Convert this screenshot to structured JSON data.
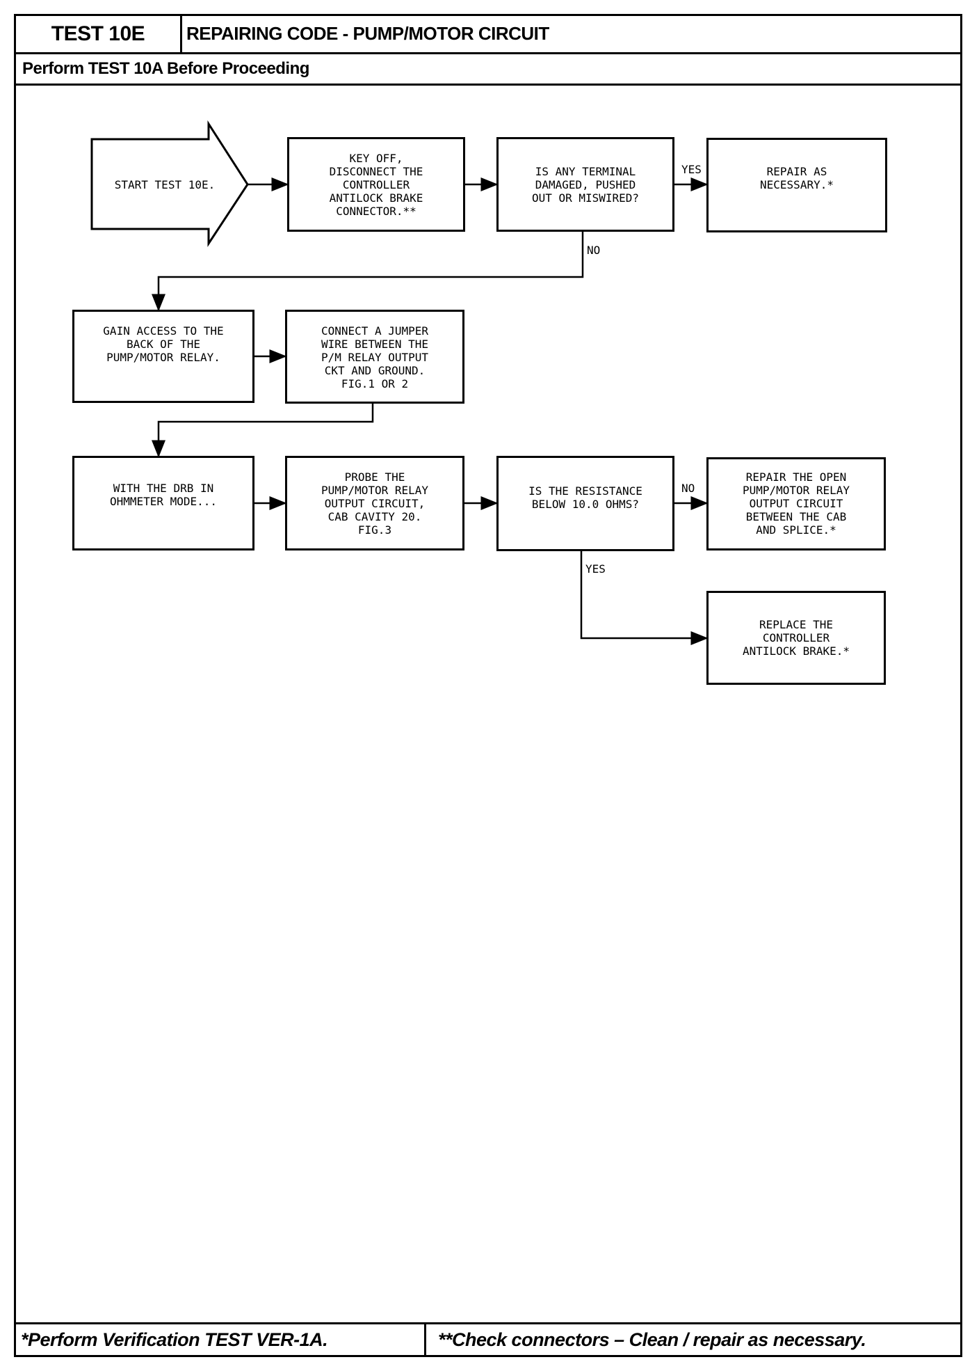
{
  "header": {
    "test_id": "TEST 10E",
    "title": "REPAIRING CODE - PUMP/MOTOR CIRCUIT",
    "prerequisite": "Perform TEST 10A Before Proceeding"
  },
  "flowchart": {
    "start": "START TEST 10E.",
    "steps": {
      "key_off": "KEY OFF,\nDISCONNECT THE\nCONTROLLER\nANTILOCK BRAKE\nCONNECTOR.**",
      "terminal_check": "IS ANY TERMINAL\nDAMAGED, PUSHED\nOUT OR MISWIRED?",
      "repair_as_necessary": "REPAIR AS\nNECESSARY.*",
      "gain_access": "GAIN ACCESS TO THE\nBACK OF THE\nPUMP/MOTOR RELAY.",
      "connect_jumper": "CONNECT A JUMPER\nWIRE BETWEEN THE\nP/M RELAY OUTPUT\nCKT AND GROUND.\nFIG.1 OR 2",
      "drb_ohmmeter": "WITH THE DRB IN\nOHMMETER MODE...",
      "probe_circuit": "PROBE THE\nPUMP/MOTOR RELAY\nOUTPUT CIRCUIT,\nCAB CAVITY 20.\nFIG.3",
      "resistance_check": "IS THE RESISTANCE\nBELOW 10.0 OHMS?",
      "repair_open": "REPAIR THE OPEN\nPUMP/MOTOR RELAY\nOUTPUT CIRCUIT\nBETWEEN THE CAB\nAND SPLICE.*",
      "replace_controller": "REPLACE THE\nCONTROLLER\nANTILOCK BRAKE.*"
    },
    "labels": {
      "yes_1": "YES",
      "no_1": "NO",
      "no_2": "NO",
      "yes_2": "YES"
    }
  },
  "footer": {
    "left_note": "*Perform Verification TEST VER-1A.",
    "right_note": "**Check connectors – Clean / repair as necessary."
  }
}
